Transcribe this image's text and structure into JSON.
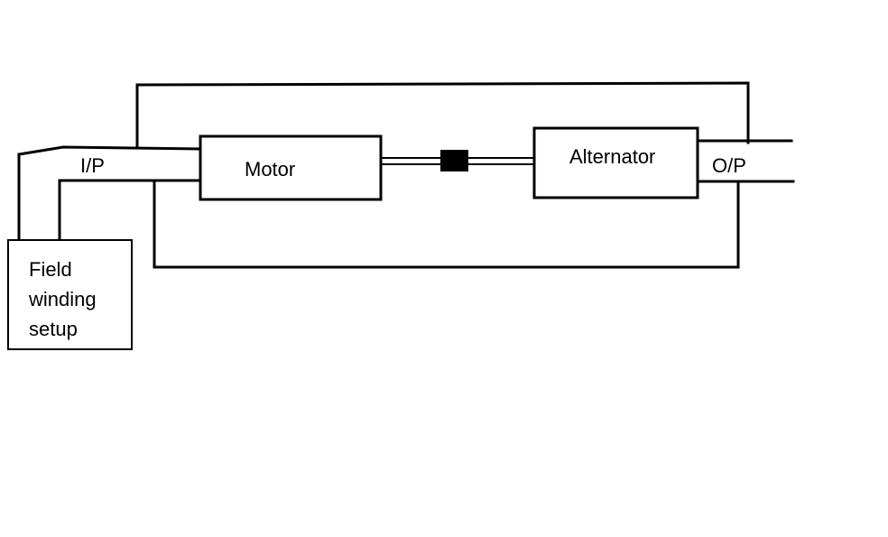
{
  "diagram": {
    "motor_label": "Motor",
    "alternator_label": "Alternator",
    "input_label": "I/P",
    "output_label": "O/P",
    "field_winding_lines": [
      "Field",
      "winding",
      "setup"
    ]
  },
  "colors": {
    "stroke": "#000000",
    "background": "#ffffff"
  }
}
